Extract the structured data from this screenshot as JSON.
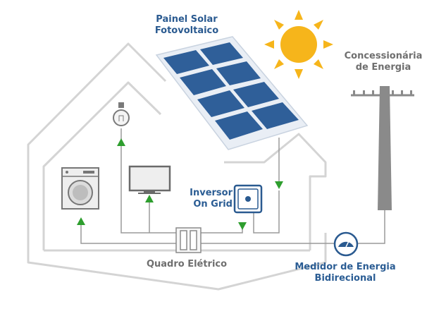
{
  "labels": {
    "solar_panel": [
      "Painel Solar",
      "Fotovoltaico"
    ],
    "utility": [
      "Concessionária",
      "de Energia"
    ],
    "inverter": [
      "Inversor",
      "On Grid"
    ],
    "panel_board": "Quadro Elétrico",
    "meter": [
      "Medidor de Energia",
      "Bidirecional"
    ]
  },
  "colors": {
    "panel_blue": "#2f5f99",
    "label_blue": "#2a5a90",
    "label_gray": "#6f6f6f",
    "arrow_green": "#2e9e2e",
    "sun_yellow": "#f6b51b",
    "house_outline": "#cfcfcf",
    "wire": "#9a9a9a"
  },
  "icons": [
    "sun-icon",
    "light-bulb-icon",
    "washing-machine-icon",
    "tv-icon",
    "inverter-icon",
    "meter-icon",
    "utility-pole-icon",
    "breaker-box-icon"
  ]
}
